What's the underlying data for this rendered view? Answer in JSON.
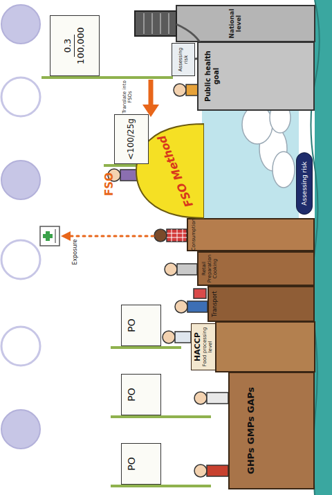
{
  "diagram": {
    "nodes": [
      {
        "text": [
          "PO"
        ]
      },
      {
        "text": [
          "PO"
        ]
      },
      {
        "text": [
          "PO"
        ]
      },
      {
        "text": [
          "GHPs GMPs GAPs"
        ]
      },
      {
        "text": [
          "HACCP",
          "Food processing level"
        ]
      },
      {
        "text": [
          "Transport"
        ]
      },
      {
        "text": [
          "Retail Preparation Cooking"
        ]
      },
      {
        "text": [
          "Consumption"
        ]
      },
      {
        "text": [
          "FSO Method"
        ]
      },
      {
        "text": [
          "<100/25g"
        ]
      },
      {
        "text": [
          "Assessing risk"
        ]
      },
      {
        "text": [
          "0.3",
          "100,000"
        ]
      },
      {
        "text": [
          "Public health goal"
        ]
      },
      {
        "text": [
          "Assessing risk"
        ]
      }
    ],
    "labels": [
      "Exposure",
      "FSO",
      "Translate into FSOs",
      "National level"
    ]
  }
}
